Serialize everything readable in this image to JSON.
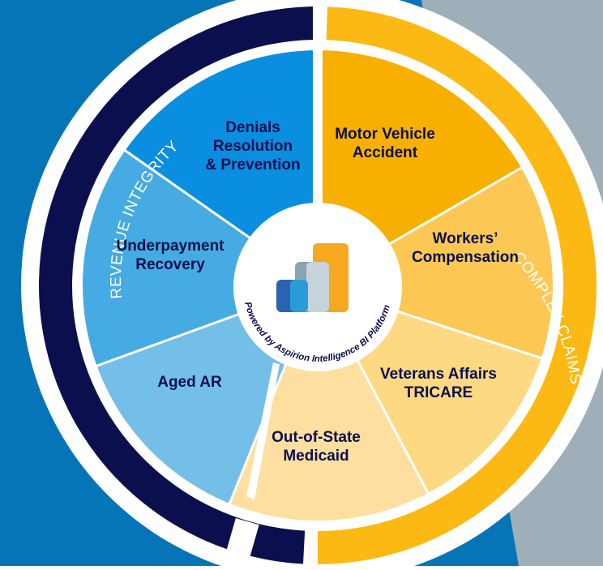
{
  "colors": {
    "left_background": "#0575B7",
    "right_background": "#9EAFB9",
    "revenue_ring": "#0B0F4E",
    "claims_ring": "#FDB913",
    "divider": "#FFFFFF",
    "segment_text": "#0B0F4E",
    "ring_text": "#FFFFFF"
  },
  "ring_labels": {
    "left": "REVENUE INTEGRITY",
    "right": "COMPLEX CLAIMS"
  },
  "hub": {
    "caption": "Powered by Aspirion Intelligence BI Platform",
    "logo_icon": "bar-chart-icon",
    "logo_colors": [
      "#2A64B2",
      "#2A9BD8",
      "#8AA3B2",
      "#C6D3DB",
      "#F6A821"
    ]
  },
  "segments": [
    {
      "id": "denials",
      "lines": [
        "Denials",
        "Resolution",
        "& Prevention"
      ],
      "color": "#0A8EE0"
    },
    {
      "id": "underpayment",
      "lines": [
        "Underpayment",
        "Recovery"
      ],
      "color": "#46ABE2"
    },
    {
      "id": "aged-ar",
      "lines": [
        "Aged AR"
      ],
      "color": "#74BFE8"
    },
    {
      "id": "out-of-state-medicaid",
      "lines": [
        "Out-of-State",
        "Medicaid"
      ],
      "color": "#FEDFA0"
    },
    {
      "id": "veterans-affairs-tricare",
      "lines": [
        "Veterans Affairs",
        "TRICARE"
      ],
      "color": "#FDD982"
    },
    {
      "id": "workers-compensation",
      "lines": [
        "Workers’",
        "Compensation"
      ],
      "color": "#FCC853"
    },
    {
      "id": "motor-vehicle-accident",
      "lines": [
        "Motor Vehicle",
        "Accident"
      ],
      "color": "#F7B000"
    }
  ]
}
